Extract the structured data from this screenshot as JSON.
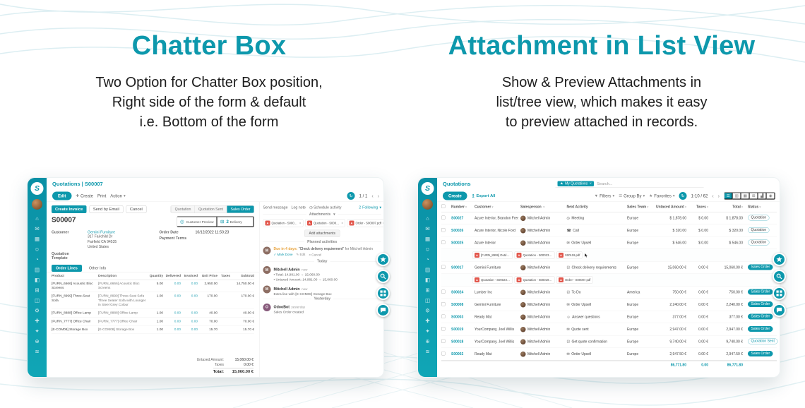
{
  "hero": {
    "left": {
      "title": "Chatter Box",
      "lines": [
        "Two Option for Chatter Box position,",
        "Right side of the form & default",
        "i.e. Bottom of the form"
      ]
    },
    "right": {
      "title": "Attachment in List View",
      "lines": [
        "Show & Preview Attachments in",
        "list/tree view, which makes it easy",
        "to preview attached in records."
      ]
    }
  },
  "colors": {
    "accent": "#0d98ac",
    "pdf_red": "#e2574c",
    "due_orange": "#e8a33d"
  },
  "icons": {
    "plus_glyph": "✚",
    "close_glyph": "×",
    "star_glyph": "★",
    "filter_glyph": "▼",
    "group_glyph": "☰",
    "caret_glyph": "▾",
    "export_glyph": "↥",
    "sync_glyph": "↻",
    "clock_glyph": "◷",
    "pdf_letter": "A",
    "prev_glyph": "‹",
    "next_glyph": "›"
  },
  "sidebar": {
    "logo_letter": "S",
    "icons": [
      {
        "name": "home-icon",
        "glyph": "⌂"
      },
      {
        "name": "discuss-icon",
        "glyph": "✉"
      },
      {
        "name": "calendar-icon",
        "glyph": "▦"
      },
      {
        "name": "contacts-icon",
        "glyph": "☺"
      },
      {
        "name": "crm-icon",
        "glyph": "◔"
      },
      {
        "name": "sales-icon",
        "glyph": "▤"
      },
      {
        "name": "invoicing-icon",
        "glyph": "◧"
      },
      {
        "name": "inventory-icon",
        "glyph": "⊞"
      },
      {
        "name": "dashboard-icon",
        "glyph": "◫"
      },
      {
        "name": "manufacturing-icon",
        "glyph": "⚙"
      },
      {
        "name": "purchase-icon",
        "glyph": "✚"
      },
      {
        "name": "settings-icon",
        "glyph": "✦"
      },
      {
        "name": "website-icon",
        "glyph": "⊕"
      },
      {
        "name": "apps-icon",
        "glyph": "≋"
      }
    ]
  },
  "form": {
    "breadcrumb": "Quotations | S00007",
    "toolbar": {
      "edit": "Edit",
      "create": "Create",
      "print": "Print",
      "action": "Action",
      "pager": "1 / 1"
    },
    "header_buttons": {
      "create_invoice": "Create Invoice",
      "send_by_email": "Send by Email",
      "cancel": "Cancel"
    },
    "statusbar": [
      {
        "label": "Quotation",
        "state": ""
      },
      {
        "label": "Quotation Sent",
        "state": ""
      },
      {
        "label": "Sales Order",
        "state": "active"
      }
    ],
    "record_name": "S00007",
    "smart_buttons": [
      {
        "name": "customer-preview-button",
        "icon": "◎",
        "value": "",
        "label": "Customer Preview"
      },
      {
        "name": "delivery-button",
        "icon": "⊞",
        "value": "2",
        "label": "Delivery"
      }
    ],
    "fields": {
      "customer_label": "Customer",
      "customer_name": "Gemini Furniture",
      "customer_address": [
        "317 Fairchild Dr",
        "Fairfield CA 94535",
        "United States"
      ],
      "order_date_label": "Order Date",
      "order_date": "10/12/2022 11:50:23",
      "payment_terms_label": "Payment Terms",
      "payment_terms": "",
      "quotation_template_label": "Quotation Template",
      "quotation_template": ""
    },
    "tabs": [
      {
        "label": "Order Lines",
        "state": "active"
      },
      {
        "label": "Other Info",
        "state": ""
      }
    ],
    "order_lines": {
      "headers": [
        {
          "label": "Product",
          "key": "product"
        },
        {
          "label": "Description",
          "key": "description"
        },
        {
          "label": "Quantity",
          "key": "quantity"
        },
        {
          "label": "Delivered",
          "key": "delivered"
        },
        {
          "label": "Invoiced",
          "key": "invoiced"
        },
        {
          "label": "Unit Price",
          "key": "unit_price"
        },
        {
          "label": "Taxes",
          "key": "taxes_col"
        },
        {
          "label": "Subtotal",
          "key": "subtotal"
        }
      ],
      "rows": [
        {
          "product": "[FURN_6666] Acoustic Bloc Screens",
          "description": "[FURN_6666] Acoustic Bloc Screens",
          "quantity": "5.00",
          "delivered": "0.00",
          "invoiced": "0.00",
          "unit_price": "2,950.00",
          "taxes": "",
          "subtotal": "14,750.00 €"
        },
        {
          "product": "[FURN_8999] Three-Seat Sofa",
          "description": "[FURN_8999] Three-Seat Sofa Three Seater Sofa with Lounger in Steel Grey Colour",
          "quantity": "1.00",
          "delivered": "0.00",
          "invoiced": "0.00",
          "unit_price": "170.00",
          "taxes": "",
          "subtotal": "170.00 €"
        },
        {
          "product": "[FURN_8888] Office Lamp",
          "description": "[FURN_8888] Office Lamp",
          "quantity": "1.00",
          "delivered": "0.00",
          "invoiced": "0.00",
          "unit_price": "40.00",
          "taxes": "",
          "subtotal": "40.00 €"
        },
        {
          "product": "[FURN_7777] Office Chair",
          "description": "[FURN_7777] Office Chair",
          "quantity": "1.00",
          "delivered": "0.00",
          "invoiced": "0.00",
          "unit_price": "70.00",
          "taxes": "",
          "subtotal": "70.00 €"
        },
        {
          "product": "[E-COM08] Storage Box",
          "description": "[E-COM08] Storage Box",
          "quantity": "1.00",
          "delivered": "0.00",
          "invoiced": "0.00",
          "unit_price": "15.70",
          "taxes": "",
          "subtotal": "15.70 €"
        }
      ]
    },
    "totals": {
      "untaxed_label": "Untaxed Amount:",
      "untaxed": "15,060.00 €",
      "taxes_label": "Taxes",
      "taxes": "0.00 €",
      "total_label": "Total:",
      "total": "15,060.00 €"
    }
  },
  "chatter": {
    "send_message": "Send message",
    "log_note": "Log note",
    "schedule_activity": "Schedule activity",
    "followers_count": "2",
    "following_label": "Following",
    "attachments_title": "Attachments",
    "attachments": [
      {
        "label": "Quotation - S00023.pdf"
      },
      {
        "label": "Quotation - S00019.pdf"
      },
      {
        "label": "Order - S00007.pdf"
      }
    ],
    "add_attachments_label": "Add attachments",
    "planned_activities_label": "Planned activities",
    "activity": {
      "initial": "M",
      "avatar_style": "background:#8d6e63",
      "due": "Due in 4 days:",
      "title": "\"Check delivery requirement\"",
      "assignee": "for Mitchell Admin",
      "mark_done": "✓ Mark Done",
      "edit": "✎ Edit",
      "cancel": "× Cancel"
    },
    "groups": [
      {
        "divider": "Today",
        "messages": [
          {
            "author": "Mitchell Admin",
            "time": "now",
            "initial": "M",
            "avatar_style": "background:#8d6e63",
            "lines": [
              "• Total: 14,981.00 → 15,060.00",
              "• Untaxed Amount: 14,981.00 → 15,060.00"
            ]
          },
          {
            "author": "Mitchell Admin",
            "time": "now",
            "initial": "M",
            "avatar_style": "background:#8d6e63",
            "lines": [
              "Extra line with [E-COM08] Storage Box"
            ]
          }
        ]
      },
      {
        "divider": "Yesterday",
        "messages": [
          {
            "author": "OdooBot",
            "time": "yesterday",
            "initial": "O",
            "avatar_style": "background:#875a7b",
            "lines": [
              "Sales Order created"
            ]
          }
        ]
      }
    ]
  },
  "list": {
    "breadcrumb": "Quotations",
    "search": {
      "facet": "My Quotations",
      "placeholder": "Search..."
    },
    "toolbar": {
      "create": "Create",
      "export_all": "Export All",
      "filters": "Filters",
      "group_by": "Group By",
      "favorites": "Favorites",
      "pager": "1-10 / 62"
    },
    "views": [
      {
        "name": "list-view-icon",
        "glyph": "☰",
        "state": "active"
      },
      {
        "name": "kanban-view-icon",
        "glyph": "▥",
        "state": ""
      },
      {
        "name": "calendar-view-icon",
        "glyph": "▦",
        "state": ""
      },
      {
        "name": "pivot-view-icon",
        "glyph": "⊞",
        "state": ""
      },
      {
        "name": "graph-view-icon",
        "glyph": "▟",
        "state": ""
      },
      {
        "name": "map-view-icon",
        "glyph": "◉",
        "state": ""
      }
    ],
    "headers": [
      {
        "label": "Number",
        "key": "number",
        "sort": "true"
      },
      {
        "label": "Customer",
        "key": "customer",
        "sort": "true"
      },
      {
        "label": "Salesperson",
        "key": "salesperson",
        "sort": "true"
      },
      {
        "label": "Next Activity",
        "key": "activity",
        "sort": ""
      },
      {
        "label": "Sales Team",
        "key": "team",
        "sort": "true"
      },
      {
        "label": "Untaxed Amount",
        "key": "untaxed",
        "sort": "true"
      },
      {
        "label": "Taxes",
        "key": "taxes",
        "sort": "true"
      },
      {
        "label": "Total",
        "key": "total",
        "sort": "true"
      },
      {
        "label": "Status",
        "key": "status",
        "sort": "true"
      }
    ],
    "rows": [
      {
        "number": "S00027",
        "customer": "Azure Interior, Brandon Freeman",
        "salesperson": "Mitchell Admin",
        "activity_icon": "◷",
        "activity": "Meeting",
        "team": "Europe",
        "untaxed": "$ 1,878.00",
        "taxes": "$ 0.00",
        "total": "$ 1,878.00",
        "status": "Quotation",
        "state": "quotation"
      },
      {
        "number": "S00026",
        "customer": "Azure Interior, Nicole Ford",
        "salesperson": "Mitchell Admin",
        "activity_icon": "☎",
        "activity": "Call",
        "team": "Europe",
        "untaxed": "$ 320.00",
        "taxes": "$ 0.00",
        "total": "$ 320.00",
        "status": "Quotation",
        "state": "quotation"
      },
      {
        "number": "S00025",
        "customer": "Azure Interior",
        "salesperson": "Mitchell Admin",
        "activity_icon": "✉",
        "activity": "Order Upsell",
        "team": "Europe",
        "untaxed": "$ 546.00",
        "taxes": "$ 0.00",
        "total": "$ 546.00",
        "status": "Quotation",
        "state": "quotation",
        "has_attachments": "true",
        "cursor": "true",
        "attachments": [
          {
            "label": "[FURN_8999] Outdo..."
          },
          {
            "label": "Quotation - S00023.pdf"
          },
          {
            "label": "S00119.pdf"
          }
        ]
      },
      {
        "number": "S00017",
        "customer": "Gemini Furniture",
        "salesperson": "Mitchell Admin",
        "activity_icon": "☑",
        "activity": "Check delivery requirements",
        "team": "Europe",
        "untaxed": "15,060.00 €",
        "taxes": "0.00 €",
        "total": "15,060.00 €",
        "status": "Sales Order",
        "state": "order",
        "has_attachments": "true",
        "attachments": [
          {
            "label": "Quotation - S00023.pdf"
          },
          {
            "label": "Quotation - S00019.pdf"
          },
          {
            "label": "Order - S00007.pdf"
          }
        ]
      },
      {
        "number": "S00024",
        "customer": "Lumber Inc",
        "salesperson": "Mitchell Admin",
        "activity_icon": "☑",
        "activity": "To Do",
        "team": "America",
        "untaxed": "750.00 €",
        "taxes": "0.00 €",
        "total": "750.00 €",
        "status": "Sales Order",
        "state": "order"
      },
      {
        "number": "S00008",
        "customer": "Gemini Furniture",
        "salesperson": "Mitchell Admin",
        "activity_icon": "✉",
        "activity": "Order Upsell",
        "team": "Europe",
        "untaxed": "2,240.00 €",
        "taxes": "0.00 €",
        "total": "2,240.00 €",
        "status": "Sales Order",
        "state": "order"
      },
      {
        "number": "S00003",
        "customer": "Ready Mat",
        "salesperson": "Mitchell Admin",
        "activity_icon": "☺",
        "activity": "Answer questions",
        "team": "Europe",
        "untaxed": "377.00 €",
        "taxes": "0.00 €",
        "total": "377.00 €",
        "status": "Sales Order",
        "state": "order"
      },
      {
        "number": "S00019",
        "customer": "YourCompany, Joel Willis",
        "salesperson": "Mitchell Admin",
        "activity_icon": "✉",
        "activity": "Quote sent",
        "team": "Europe",
        "untaxed": "2,947.00 €",
        "taxes": "0.00 €",
        "total": "2,947.00 €",
        "status": "Sales Order",
        "state": "order"
      },
      {
        "number": "S00018",
        "customer": "YourCompany, Joel Willis",
        "salesperson": "Mitchell Admin",
        "activity_icon": "☑",
        "activity": "Get quote confirmation",
        "team": "Europe",
        "untaxed": "9,740.00 €",
        "taxes": "0.00 €",
        "total": "9,740.00 €",
        "status": "Quotation Sent",
        "state": "sent"
      },
      {
        "number": "S00002",
        "customer": "Ready Mat",
        "salesperson": "Mitchell Admin",
        "activity_icon": "✉",
        "activity": "Order Upsell",
        "team": "Europe",
        "untaxed": "2,947.50 €",
        "taxes": "0.00 €",
        "total": "2,947.50 €",
        "status": "Sales Order",
        "state": "order"
      }
    ],
    "footer": {
      "untaxed": "86,771.80",
      "taxes": "0.00",
      "total": "86,771.80"
    }
  }
}
